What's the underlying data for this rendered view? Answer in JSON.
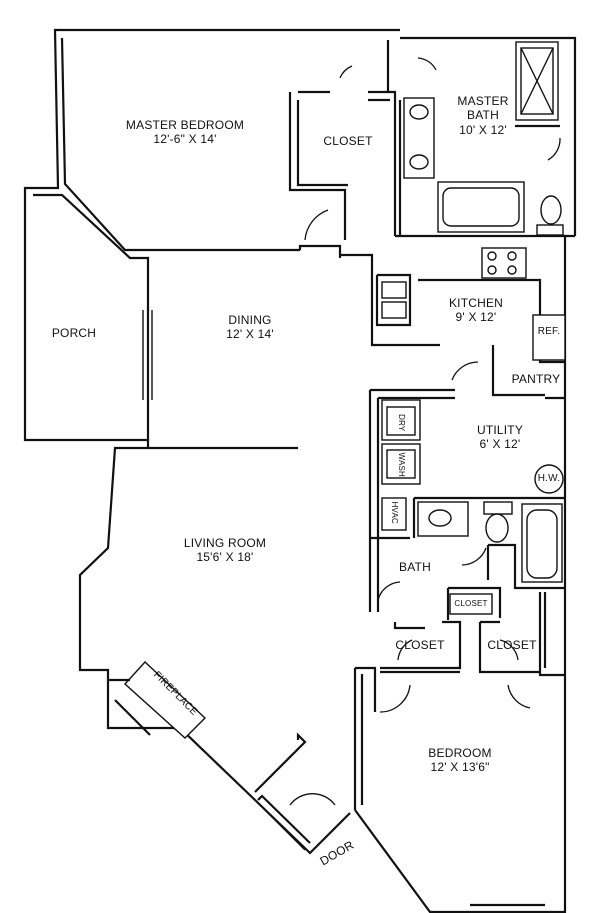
{
  "rooms": {
    "master_bedroom": {
      "name": "MASTER BEDROOM",
      "dims": "12'-6\" X 14'"
    },
    "master_bath": {
      "name_line1": "MASTER",
      "name_line2": "BATH",
      "dims": "10' X 12'"
    },
    "master_closet": {
      "name": "CLOSET"
    },
    "porch": {
      "name": "PORCH"
    },
    "dining": {
      "name": "DINING",
      "dims": "12' X 14'"
    },
    "kitchen": {
      "name": "KITCHEN",
      "dims": "9' X 12'"
    },
    "utility": {
      "name": "UTILITY",
      "dims": "6' X 12'"
    },
    "living_room": {
      "name": "LIVING ROOM",
      "dims": "15'6' X 18'"
    },
    "bath": {
      "name": "BATH"
    },
    "closet_small": {
      "name": "CLOSET"
    },
    "closet_left": {
      "name": "CLOSET"
    },
    "closet_right": {
      "name": "CLOSET"
    },
    "bedroom": {
      "name": "BEDROOM",
      "dims": "12' X 13'6\""
    }
  },
  "fixtures": {
    "fridge": "REF.",
    "pantry": "PANTRY",
    "dryer": "DRY",
    "washer": "WASH",
    "hvac": "HVAC",
    "water_heater": "H.W.",
    "fireplace": "FIREPLACE",
    "door": "DOOR"
  }
}
